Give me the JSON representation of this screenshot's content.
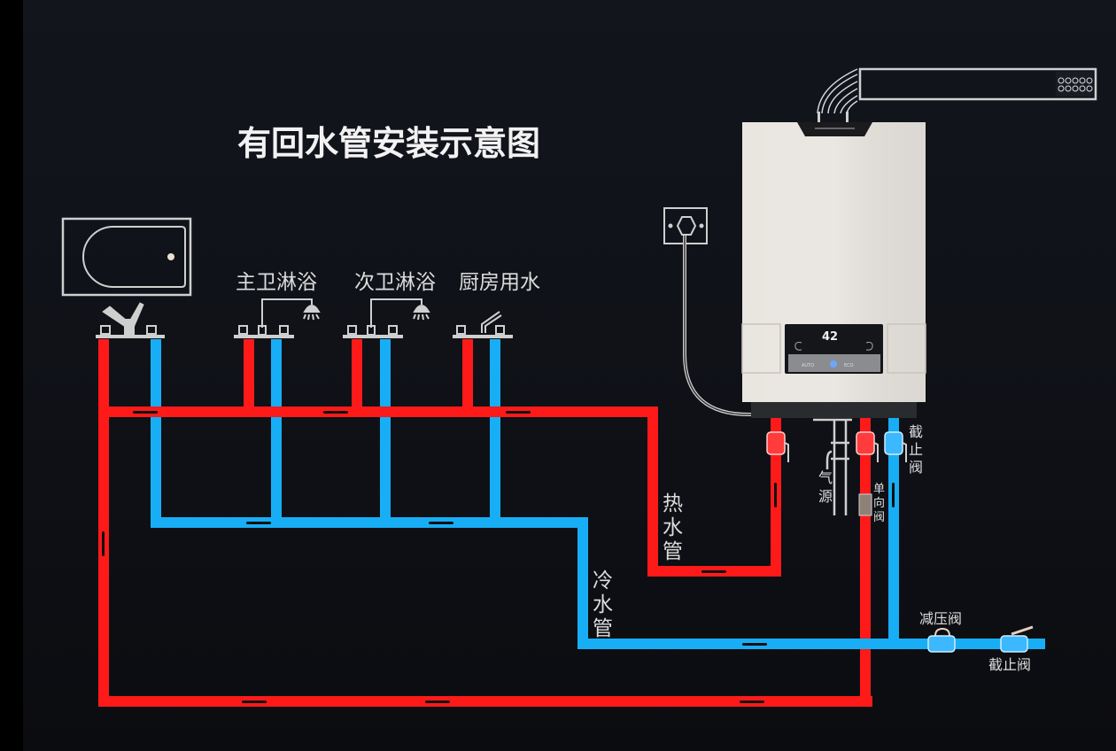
{
  "diagram": {
    "title": "有回水管安装示意图",
    "colors": {
      "hot_pipe": "#ff1a1a",
      "cold_pipe": "#18aef5",
      "line_art": "#cfcfcf",
      "background": "#12141b",
      "heater_body": "#e8e4de"
    },
    "fixtures": [
      {
        "id": "bathtub",
        "label": "",
        "icon": "bathtub-icon"
      },
      {
        "id": "master-shower",
        "label": "主卫淋浴",
        "icon": "shower-icon"
      },
      {
        "id": "guest-shower",
        "label": "次卫淋浴",
        "icon": "shower-icon"
      },
      {
        "id": "kitchen",
        "label": "厨房用水",
        "icon": "kitchen-faucet-icon"
      }
    ],
    "pipe_labels": {
      "hot": [
        "热",
        "水",
        "管"
      ],
      "cold": [
        "冷",
        "水",
        "管"
      ]
    },
    "heater": {
      "display_value": "42",
      "buttons": [
        "AUTO",
        "ECO"
      ]
    },
    "valve_labels": {
      "gas_source": [
        "气",
        "源"
      ],
      "check_valve": [
        "单",
        "向",
        "阀"
      ],
      "stop_valve_vertical": [
        "截",
        "止",
        "阀"
      ],
      "pressure_reducing": "减压阀",
      "stop_valve_inlet": "截止阀"
    }
  }
}
